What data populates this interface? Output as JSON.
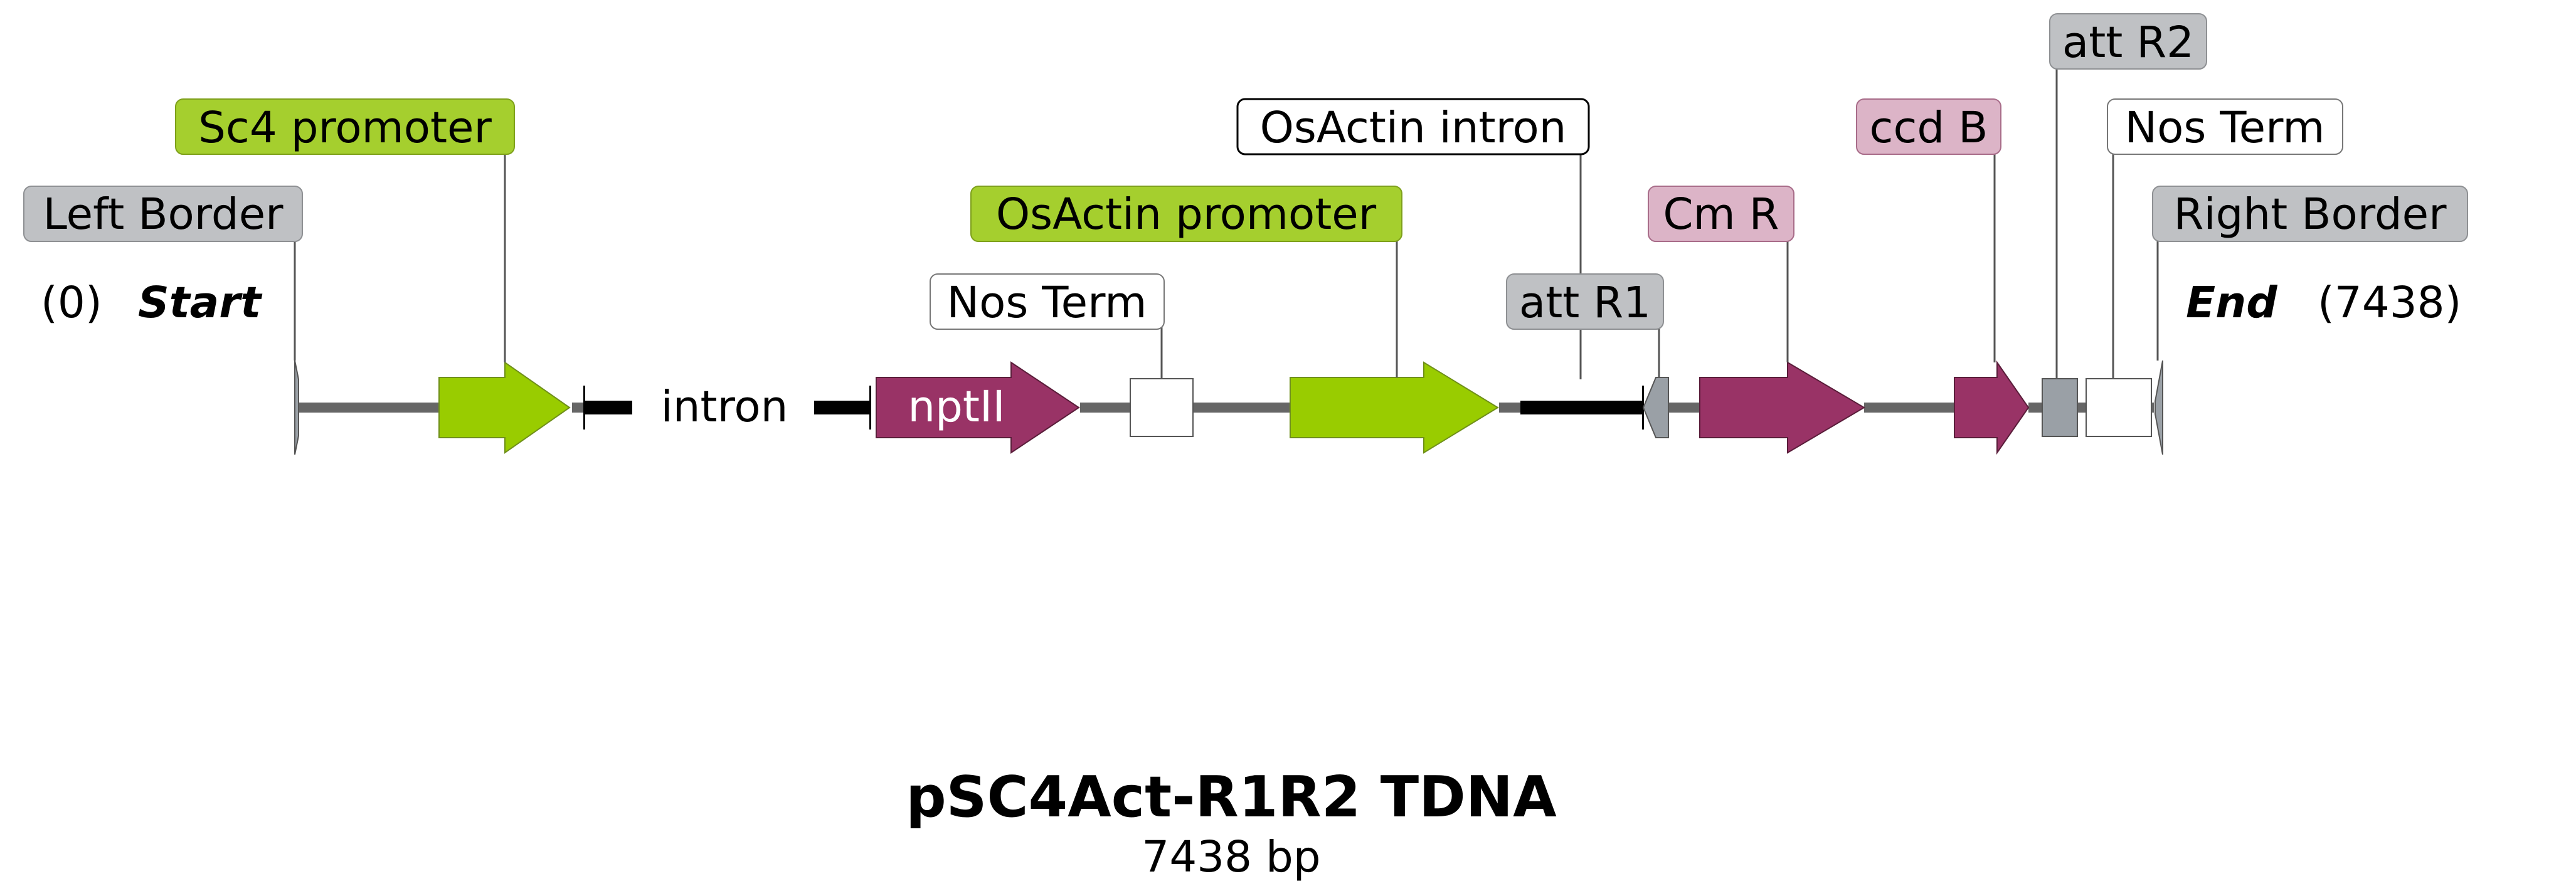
{
  "map": {
    "title": "pSC4Act-R1R2 TDNA",
    "length_label": "7438 bp",
    "start": {
      "position": "(0)",
      "label": "Start"
    },
    "end": {
      "position": "(7438)",
      "label": "End"
    },
    "inline_labels": {
      "intron": "intron",
      "nptII": "nptII"
    },
    "feature_labels": {
      "left_border": "Left Border",
      "sc4_promoter": "Sc4 promoter",
      "nos_term_1": "Nos Term",
      "osactin_promoter": "OsActin promoter",
      "osactin_intron": "OsActin intron",
      "att_r1": "att R1",
      "cm_r": "Cm R",
      "ccd_b": "ccd B",
      "att_r2": "att R2",
      "nos_term_2": "Nos Term",
      "right_border": "Right Border"
    }
  },
  "colors": {
    "promoter": "#99cc00",
    "promoter_label": "#a5cf2e",
    "gene": "#993366",
    "gene_label": "#dcb4c7",
    "border_label": "#bfc1c4",
    "att": "#9aa0a6",
    "backbone": "#666666",
    "intron_bar": "#000000"
  }
}
